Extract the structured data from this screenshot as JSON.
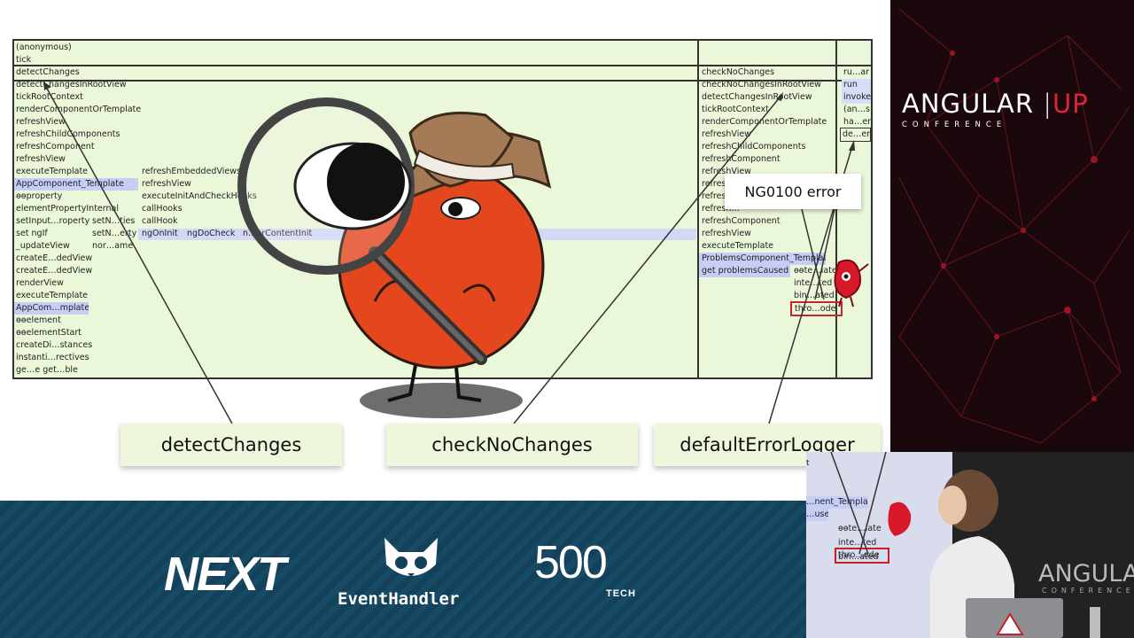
{
  "flamegraph": {
    "top_rows": [
      "(anonymous)",
      "tick"
    ],
    "left_column": [
      "detectChanges",
      "detectChangesInRootView",
      "tickRootContext",
      "renderComponentOrTemplate",
      "refreshView",
      "refreshChildComponents",
      "refreshComponent",
      "refreshView",
      "executeTemplate",
      "AppComponent_Template",
      "ɵɵproperty",
      "elementPropertyInternal",
      "setInput…roperty",
      "set ngIf",
      "_updateView",
      "createE…dedView",
      "createE…dedView",
      "renderView",
      "executeTemplate",
      "AppCom…mplate",
      "ɵɵelement",
      "ɵɵelementStart",
      "createDi…stances",
      "instanti…rectives",
      "ge…e  get…ble"
    ],
    "second_column": [
      "refreshEmbeddedViews",
      "refreshView",
      "executeInitAndCheckHooks",
      "callHooks",
      "callHook"
    ],
    "second_column_short": [
      "setN…ties",
      "nor…ame"
    ],
    "hook_row": [
      "ngOnInit",
      "ngDoCheck",
      "n…erContentInit"
    ],
    "right_column": [
      "checkNoChanges",
      "checkNoChangesInRootView",
      "detectChangesInRootView",
      "tickRootContext",
      "renderComponentOrTemplate",
      "refreshView",
      "refreshChildComponents",
      "refreshComponent",
      "refreshView",
      "refresh…",
      "refresh…",
      "refresh…",
      "refreshComponent",
      "refreshView",
      "executeTemplate",
      "ProblemsComponent_Template",
      "get problemsCaused"
    ],
    "right_small": [
      "ɵɵte…late",
      "inte…ted",
      "bin…ated",
      "thro…ode"
    ],
    "far_right": [
      "ru…ar",
      "run",
      "invoke",
      "(an…s)",
      "ha…ent",
      "de…er"
    ]
  },
  "callouts": {
    "detect": "detectChanges",
    "check": "checkNoChanges",
    "logger": "defaultErrorLogger",
    "error": "NG0100 error"
  },
  "branding": {
    "main": "ANGULAR",
    "accent": "UP",
    "sub": "CONFERENCE"
  },
  "sponsors": {
    "next": "NEXT",
    "eventhandler": "EventHandler",
    "tech_num": "500",
    "tech_word": "TECH"
  },
  "camera": {
    "brand": "ANGULAR",
    "sub": "CONFERENCE",
    "slide_rows": [
      "t",
      "…nent_Template",
      "…used",
      "ɵɵte…late",
      "inte…ted",
      "bin…ated",
      "thro…ode"
    ]
  },
  "colors": {
    "flame_green": "#eaf7d8",
    "flame_highlight": "#c7cef6",
    "angularup_red": "#e0223a",
    "footer_blue": "#13415a",
    "sidebar_dark": "#1a080c"
  }
}
